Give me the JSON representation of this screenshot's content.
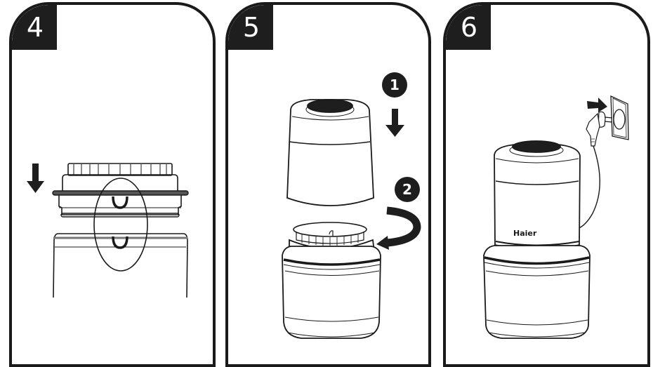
{
  "page": {
    "type": "instruction-manual-illustrations",
    "colors": {
      "ink": "#1e1e1e",
      "background": "#ffffff",
      "stroke": "#1a1a1a"
    }
  },
  "steps": [
    {
      "number": "4",
      "description_visual": "Blade unit being lowered onto bowl; ellipse highlights matching alignment notches",
      "icons": [
        "down-arrow-icon",
        "alignment-highlight-ellipse"
      ]
    },
    {
      "number": "5",
      "description_visual": "Lid placed onto bowl then twisted to lock",
      "sub_steps": [
        {
          "number": "1",
          "action_icon": "down-arrow-icon"
        },
        {
          "number": "2",
          "action_icon": "rotate-arrow-icon"
        }
      ]
    },
    {
      "number": "6",
      "description_visual": "Assembled grinder plugged into wall socket",
      "brand_label": "Haier",
      "icons": [
        "right-arrow-icon",
        "plug-icon",
        "wall-socket-icon"
      ]
    }
  ]
}
